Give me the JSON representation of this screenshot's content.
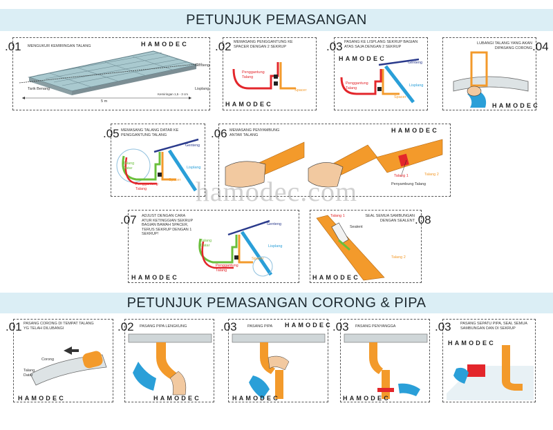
{
  "section1": {
    "title": "PETUNJUK PEMASANGAN"
  },
  "section2": {
    "title": "PETUNJUK PEMASANGAN CORONG & PIPA"
  },
  "brand": "HAMODEC",
  "watermark": "hamodec.com",
  "steps": {
    "s01": {
      "num": ".01",
      "caption": "MENGUKUR KEMIRINGAN TALANG",
      "tarik": "Tarik Benang",
      "len": "5 m",
      "genteng": "Genteng",
      "lisplang": "Lisplang",
      "kemiringan": "Kemiringan 1,5 - 3 cm"
    },
    "s02": {
      "num": ".02",
      "caption": "MEMASANG PENGGANTUNG KE SPACER DENGAN 2 SEKRUP",
      "penggantung": "Penggantung Talang",
      "spacer": "Spacer"
    },
    "s03": {
      "num": ".03",
      "caption": "PASANG KE LISPLANG SEKRUP BAGIAN ATAS SAJA DENGAN 2 SEKRUP",
      "genteng": "Genteng",
      "penggantung": "Penggantung Talang",
      "lisplang": "Lisplang",
      "spacer": "Spacer"
    },
    "s04": {
      "num": ".04",
      "caption": "LUBANGI TALANG YANG AKAN DIPASANG CORONG"
    },
    "s05": {
      "num": ".05",
      "caption": "MEMASANG TALANG DATAR KE PENGGANTUNG TALANG",
      "genteng": "Genteng",
      "talangDatar": "Talang Datar",
      "lisplang": "Lisplang",
      "penggantung": "Penggantung Talang",
      "spacer": "Spacer"
    },
    "s06": {
      "num": ".06",
      "caption": "MEMASANG PENYAMBUNG ANTAR TALANG",
      "talang1": "Talang 1",
      "talang2": "Talang 2",
      "penyambung": "Penyambung Talang"
    },
    "s07": {
      "num": ".07",
      "caption": "ADJUST DENGAN CARA ATUR KETINGGIAN SEKRUP BAGIAN BAWAH SPACER, TERUS SEKRUP DENGAN 1 SEKRUP!",
      "genteng": "Genteng",
      "talangDatar": "Talang Datar",
      "lisplang": "Lisplang",
      "penggantung": "Penggantung Talang",
      "spacer": "Spacer"
    },
    "s08": {
      "num": ".08",
      "caption": "SEAL SEMUA SAMBUNGAN DENGAN SEALENT",
      "talang1": "Talang 1",
      "sealent": "Sealent",
      "talang2": "Talang 2"
    }
  },
  "pipeSteps": {
    "p1": {
      "num": ".01",
      "caption": "PASANG CORONG DI TEMPAT TALANG YG TELAH DILUBANGI",
      "corong": "Corong",
      "talangDatar": "Talang Datar"
    },
    "p2": {
      "num": ".02",
      "caption": "PASANG PIPA LENGKUNG"
    },
    "p3": {
      "num": ".03",
      "caption": "PASANG PIPA"
    },
    "p4": {
      "num": ".03",
      "caption": "PASANG PENYANGGA"
    },
    "p5": {
      "num": ".03",
      "caption": "PASANG SEPATU PIPA, SEAL SEMUA SAMBUNGAN DAN DI SEKRUP"
    }
  },
  "colors": {
    "band": "#dbeef5",
    "orange": "#f39a2b",
    "blue": "#2a9fd8",
    "red": "#e3262b",
    "green": "#6abf3b",
    "navy": "#2a3a8c"
  }
}
